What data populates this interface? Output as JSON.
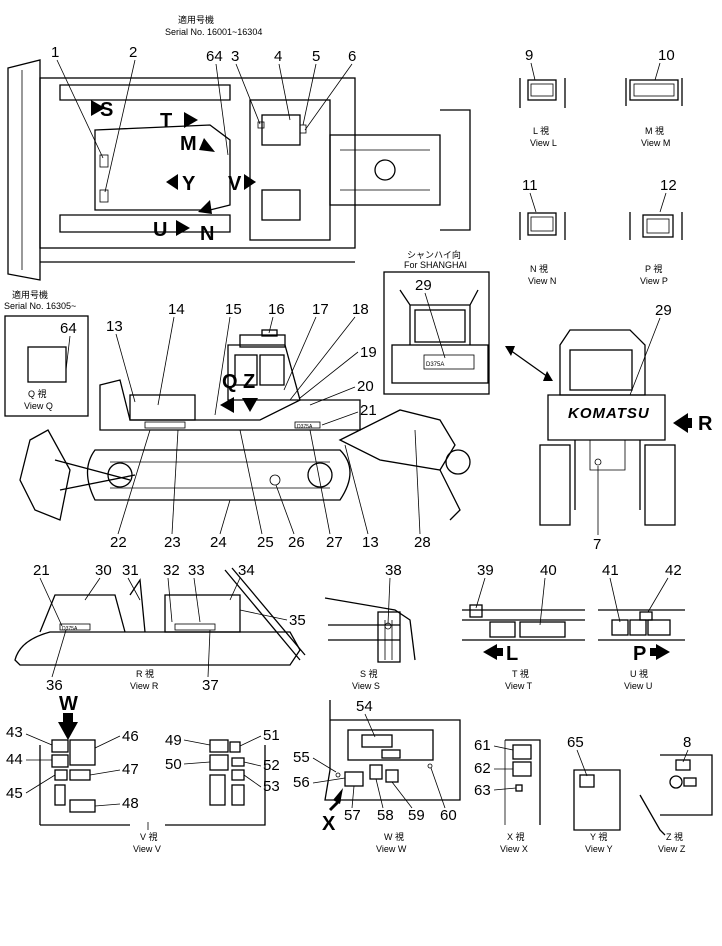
{
  "header": {
    "serial_jp_top": "適用号機",
    "serial_top": "Serial  No. 16001~16304",
    "serial_jp_mid": "適用号機",
    "serial_mid": "Serial  No. 16305~",
    "shanghai_jp": "シャンハイ向",
    "shanghai": "For  SHANGHAI"
  },
  "letters": {
    "S": "S",
    "T": "T",
    "M": "M",
    "Y": "Y",
    "V": "V",
    "U": "U",
    "N": "N",
    "Q": "Q",
    "Z": "Z",
    "R": "R",
    "L": "L",
    "P": "P",
    "W": "W",
    "X": "X",
    "komatsu": "KOMATSU"
  },
  "views": {
    "L": {
      "jp": "L  視",
      "en": "View L"
    },
    "M": {
      "jp": "M  視",
      "en": "View M"
    },
    "N": {
      "jp": "N  視",
      "en": "View N"
    },
    "P": {
      "jp": "P  視",
      "en": "View P"
    },
    "Q": {
      "jp": "Q  視",
      "en": "View Q"
    },
    "R": {
      "jp": "R  視",
      "en": "View R"
    },
    "S": {
      "jp": "S  視",
      "en": "View S"
    },
    "T": {
      "jp": "T  視",
      "en": "View T"
    },
    "U": {
      "jp": "U  視",
      "en": "View U"
    },
    "V": {
      "jp": "V  視",
      "en": "View V"
    },
    "W": {
      "jp": "W  視",
      "en": "View W"
    },
    "X": {
      "jp": "X  視",
      "en": "View X"
    },
    "Y": {
      "jp": "Y  視",
      "en": "View Y"
    },
    "Z": {
      "jp": "Z  視",
      "en": "View Z"
    }
  },
  "callouts": [
    "1",
    "2",
    "3",
    "4",
    "5",
    "6",
    "7",
    "8",
    "9",
    "10",
    "11",
    "12",
    "13",
    "14",
    "15",
    "16",
    "17",
    "18",
    "19",
    "20",
    "21",
    "22",
    "23",
    "24",
    "25",
    "26",
    "27",
    "28",
    "29",
    "30",
    "31",
    "32",
    "33",
    "34",
    "35",
    "36",
    "37",
    "38",
    "39",
    "40",
    "41",
    "42",
    "43",
    "44",
    "45",
    "46",
    "47",
    "48",
    "49",
    "50",
    "51",
    "52",
    "53",
    "54",
    "55",
    "56",
    "57",
    "58",
    "59",
    "60",
    "61",
    "62",
    "63",
    "64",
    "65"
  ]
}
